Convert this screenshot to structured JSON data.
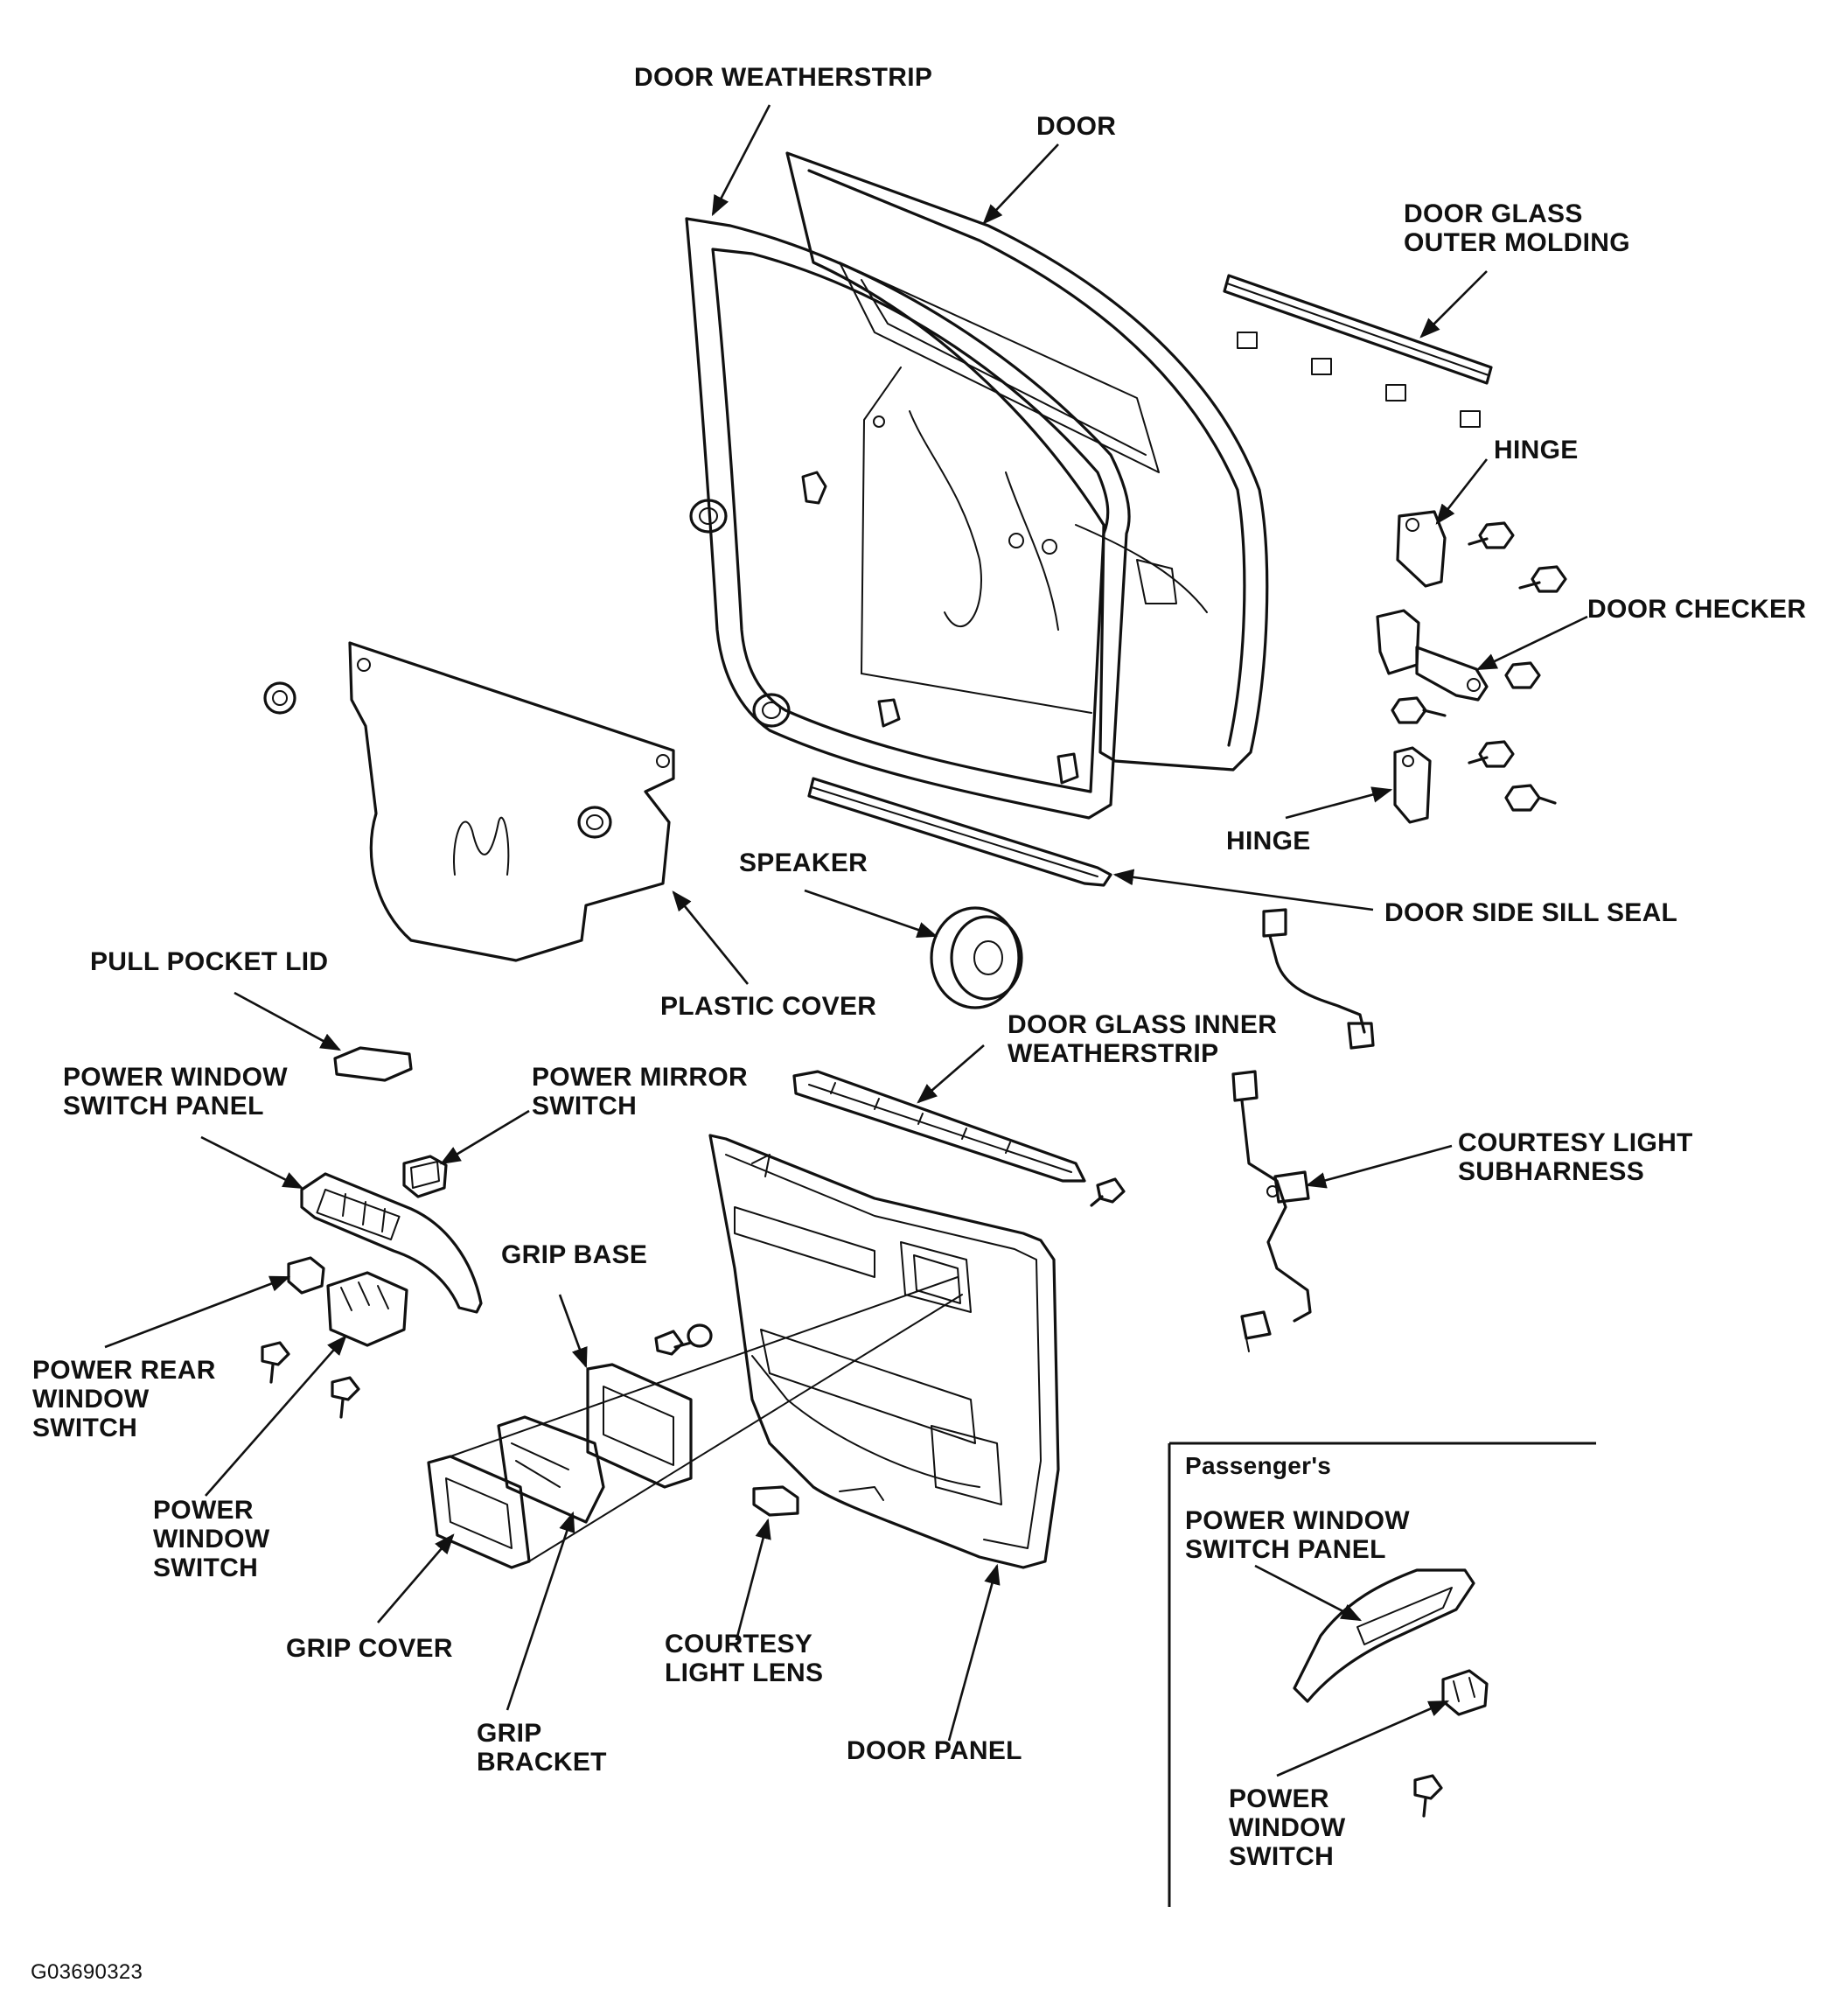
{
  "labels": {
    "door_weatherstrip": "DOOR WEATHERSTRIP",
    "door": "DOOR",
    "door_glass_outer_molding": "DOOR GLASS\nOUTER MOLDING",
    "hinge_upper": "HINGE",
    "door_checker": "DOOR CHECKER",
    "hinge_lower": "HINGE",
    "speaker": "SPEAKER",
    "door_side_sill_seal": "DOOR SIDE SILL SEAL",
    "pull_pocket_lid": "PULL POCKET LID",
    "plastic_cover": "PLASTIC COVER",
    "door_glass_inner_weatherstrip": "DOOR GLASS INNER\nWEATHERSTRIP",
    "power_window_switch_panel": "POWER WINDOW\nSWITCH PANEL",
    "power_mirror_switch": "POWER MIRROR\nSWITCH",
    "courtesy_light_subharness": "COURTESY LIGHT\nSUBHARNESS",
    "grip_base": "GRIP BASE",
    "power_rear_window_switch": "POWER REAR\nWINDOW\nSWITCH",
    "power_window_switch": "POWER\nWINDOW\nSWITCH",
    "grip_cover": "GRIP COVER",
    "grip_bracket": "GRIP\nBRACKET",
    "courtesy_light_lens": "COURTESY\nLIGHT LENS",
    "door_panel": "DOOR PANEL"
  },
  "inset": {
    "heading": "Passenger's",
    "power_window_switch_panel": "POWER WINDOW\nSWITCH PANEL",
    "power_window_switch": "POWER\nWINDOW\nSWITCH"
  },
  "figure_id": "G03690323"
}
